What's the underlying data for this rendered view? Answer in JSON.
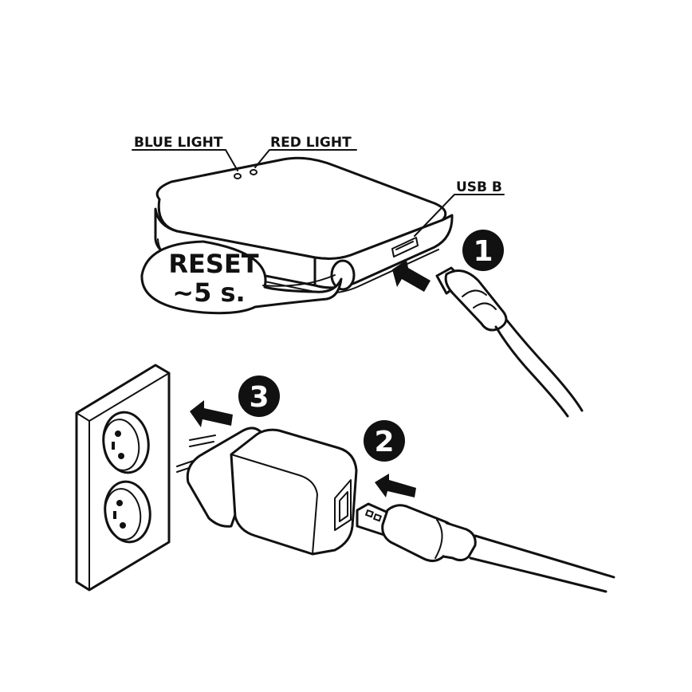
{
  "labels": {
    "blue_light": "BLUE LIGHT",
    "red_light": "RED LIGHT",
    "usb_b": "USB B"
  },
  "reset_callout": {
    "line1": "RESET",
    "line2": "~5 s."
  },
  "steps": [
    {
      "number": "1"
    },
    {
      "number": "2"
    },
    {
      "number": "3"
    }
  ],
  "colors": {
    "ink": "#111111",
    "paper": "#ffffff"
  }
}
